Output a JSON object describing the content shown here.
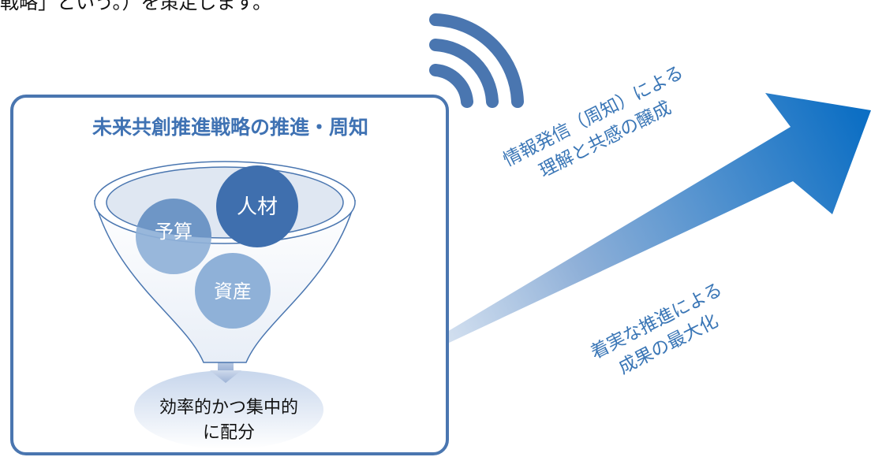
{
  "header": {
    "text": "戦略」という。）を策定します。"
  },
  "panel": {
    "title": "未来共創推進戦略の推進・周知"
  },
  "funnel": {
    "items": [
      "予算",
      "人材",
      "資産"
    ],
    "result_line1": "効率的かつ集中的",
    "result_line2": "に配分"
  },
  "captions": {
    "broadcast_line1": "情報発信（周知）による",
    "broadcast_line2": "理解と共感の醸成",
    "progress_line1": "着実な推進による",
    "progress_line2": "成果の最大化"
  },
  "icons": [
    "wifi-signal-icon",
    "growth-arrow-icon",
    "down-arrow-icon"
  ],
  "colors": {
    "accent": "#4a76b0",
    "arrow_dark": "#1f6fc0",
    "circle_dark": "#3f6fae",
    "circle_light": "#8fb1d8"
  }
}
